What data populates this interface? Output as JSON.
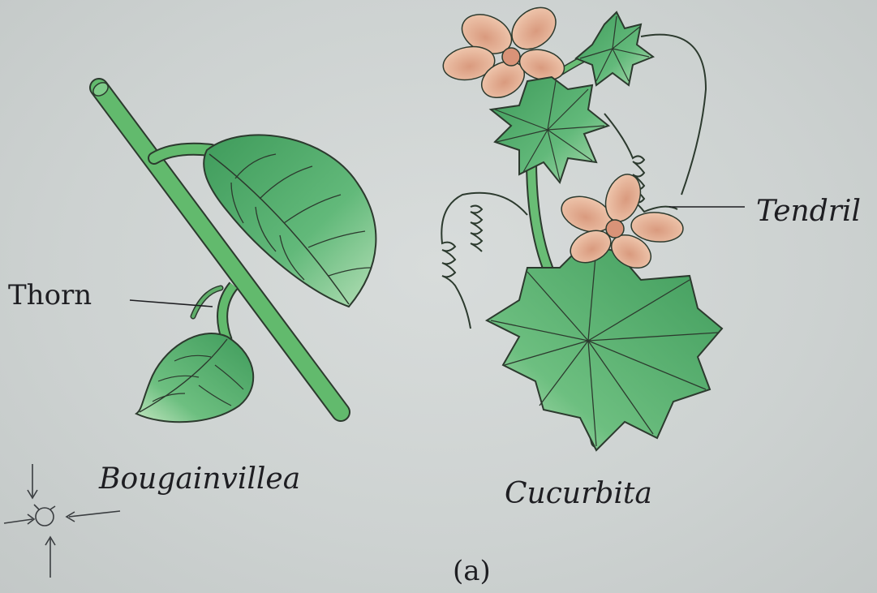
{
  "labels": {
    "thorn": "Thorn",
    "tendril": "Tendril",
    "bougainvillea": "Bougainvillea",
    "cucurbita": "Cucurbita",
    "panel": "(a)"
  },
  "colors": {
    "background": "#cfd4d3",
    "stem_green": "#5fb86a",
    "leaf_green": "#4aa563",
    "leaf_light": "#a7dab0",
    "flower_peach": "#e8b49a",
    "outline": "#2c2f2c"
  },
  "icons": [
    "sun-direction-icon"
  ]
}
